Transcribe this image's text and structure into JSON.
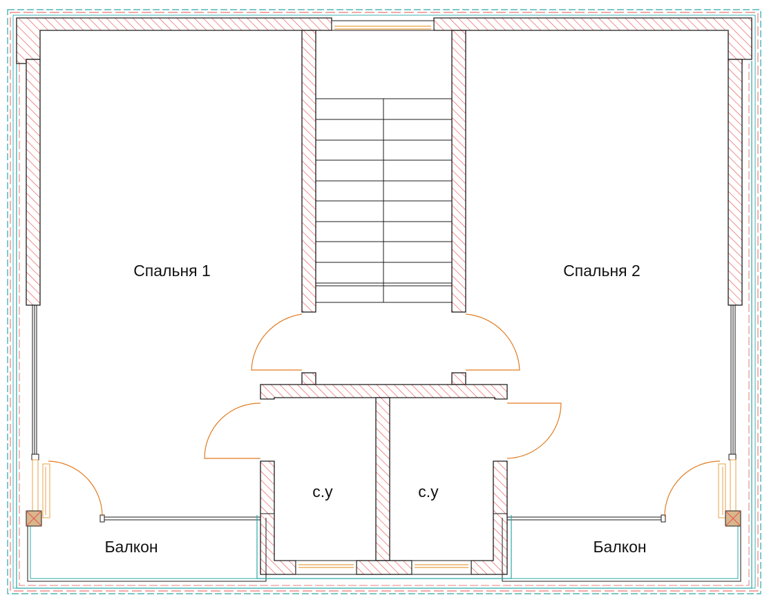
{
  "rooms": {
    "bedroom_1": "Спальня 1",
    "bedroom_2": "Спальня 2",
    "wc_left": "с.у",
    "wc_right": "с.у",
    "balcony_left": "Балкон",
    "balcony_right": "Балкон"
  },
  "colors": {
    "wall_hatch": "#e8524f",
    "wall_outline": "#1a1a1a",
    "insulation": "#2aa7a7",
    "door_swing": "#e07a1f",
    "window_frame": "#e8a040",
    "column_fill": "#d9b68c"
  },
  "stair": {
    "flight_count": 2,
    "tread_count": 10
  }
}
